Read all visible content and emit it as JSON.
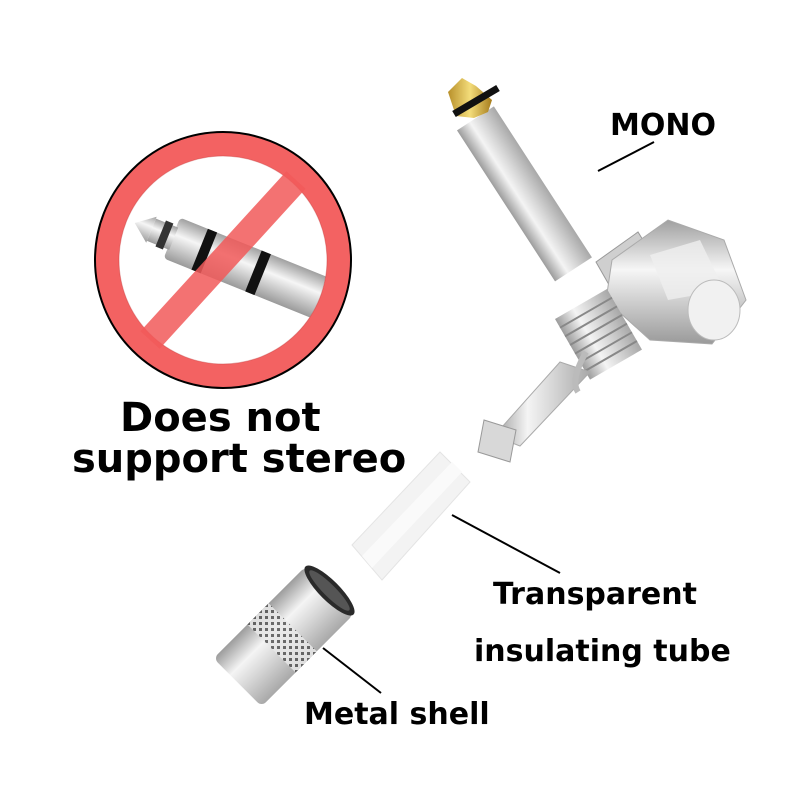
{
  "no_stereo": {
    "headline_line1": "Does not",
    "headline_line2": "support stereo",
    "sign_color": "#f25a5a",
    "sign_outline": "#000000"
  },
  "labels": {
    "mono": "MONO",
    "tube_line1": "Transparent",
    "tube_line2": "insulating tube",
    "shell": "Metal shell"
  },
  "colors": {
    "gold_tip": "#d9b443",
    "metal": "#d6d6d6",
    "metal_dark": "#9a9a9a",
    "tube": "#f2f2f2"
  }
}
